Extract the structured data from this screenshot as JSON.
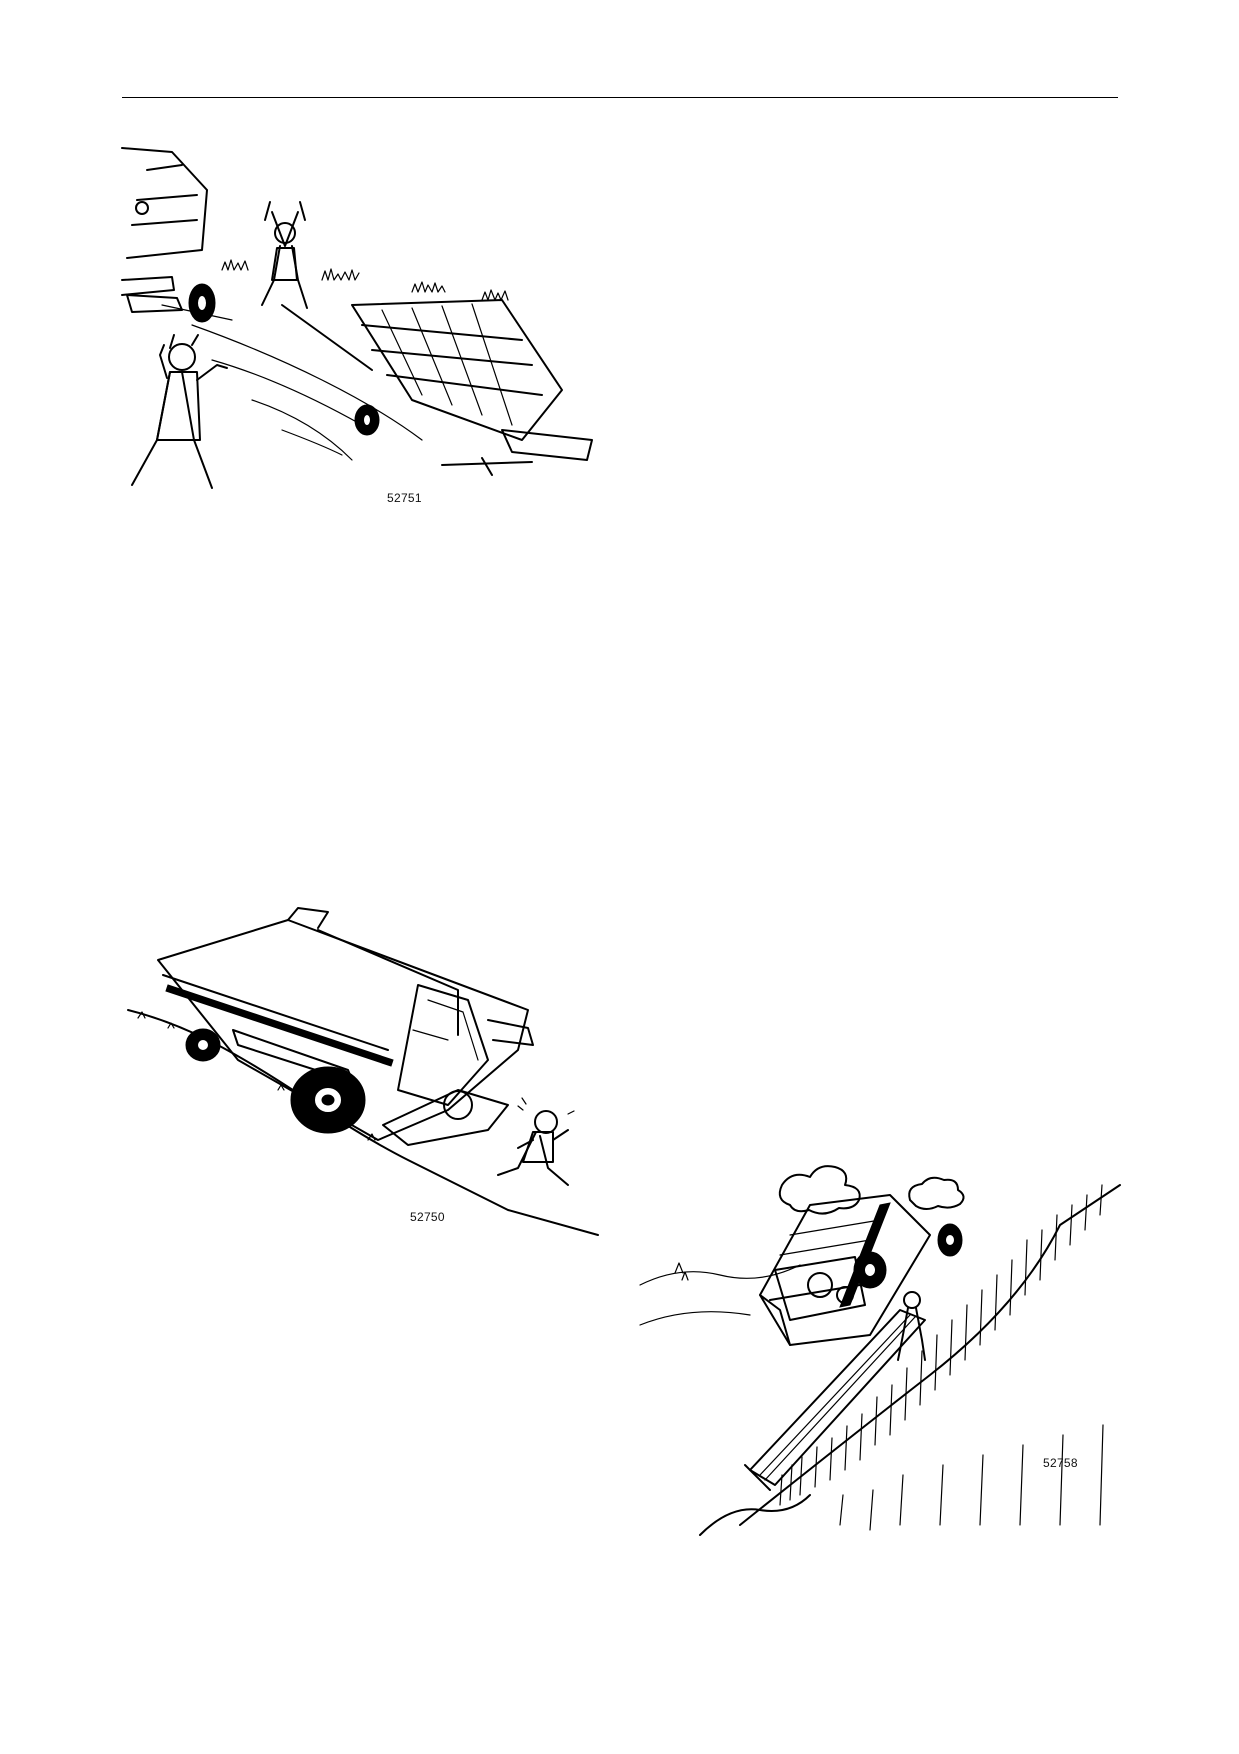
{
  "figures": [
    {
      "id": "fig1",
      "number": "52751"
    },
    {
      "id": "fig2",
      "number": "52750"
    },
    {
      "id": "fig3",
      "number": "52758"
    }
  ]
}
